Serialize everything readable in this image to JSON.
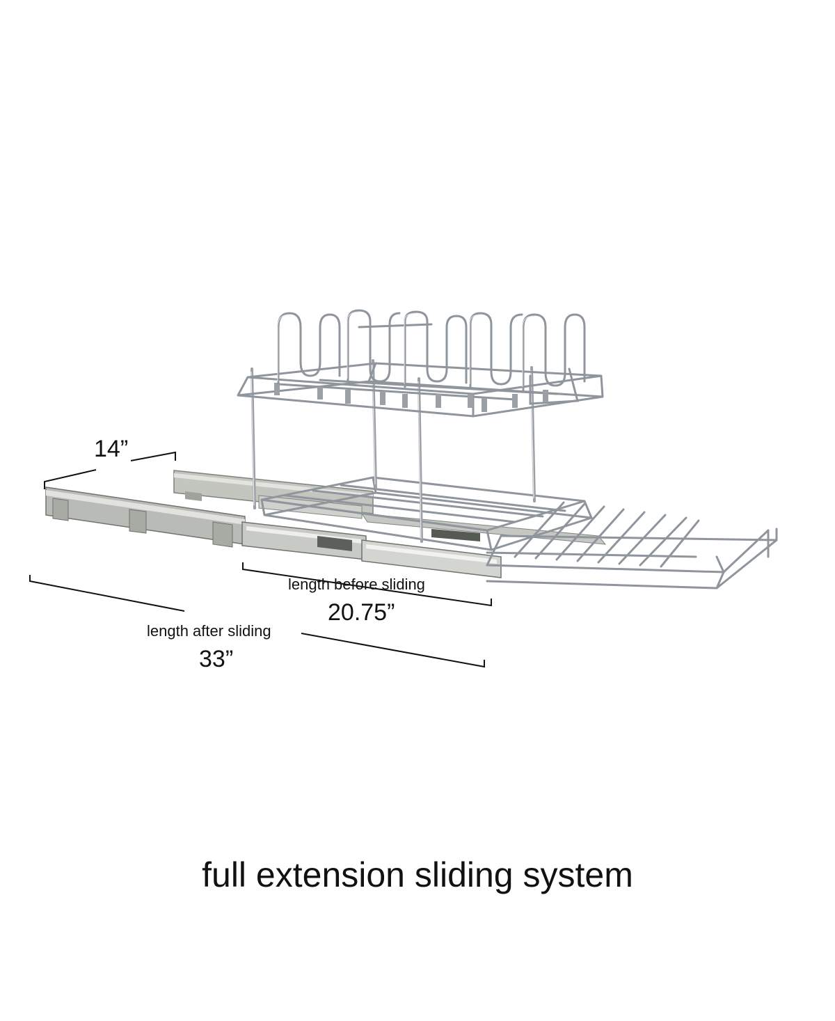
{
  "image": {
    "headline": "full extension sliding system",
    "dimensions": {
      "width": {
        "value": "14”"
      },
      "before": {
        "caption": "length before sliding",
        "value": "20.75”"
      },
      "after": {
        "caption": "length after sliding",
        "value": "33”"
      }
    }
  },
  "colors": {
    "background": "#ffffff",
    "text": "#111111",
    "chrome": "#8f959c",
    "chrome_light": "#c9cdd2",
    "rail": "#b9bcb6",
    "rail_dark": "#7e827c"
  }
}
